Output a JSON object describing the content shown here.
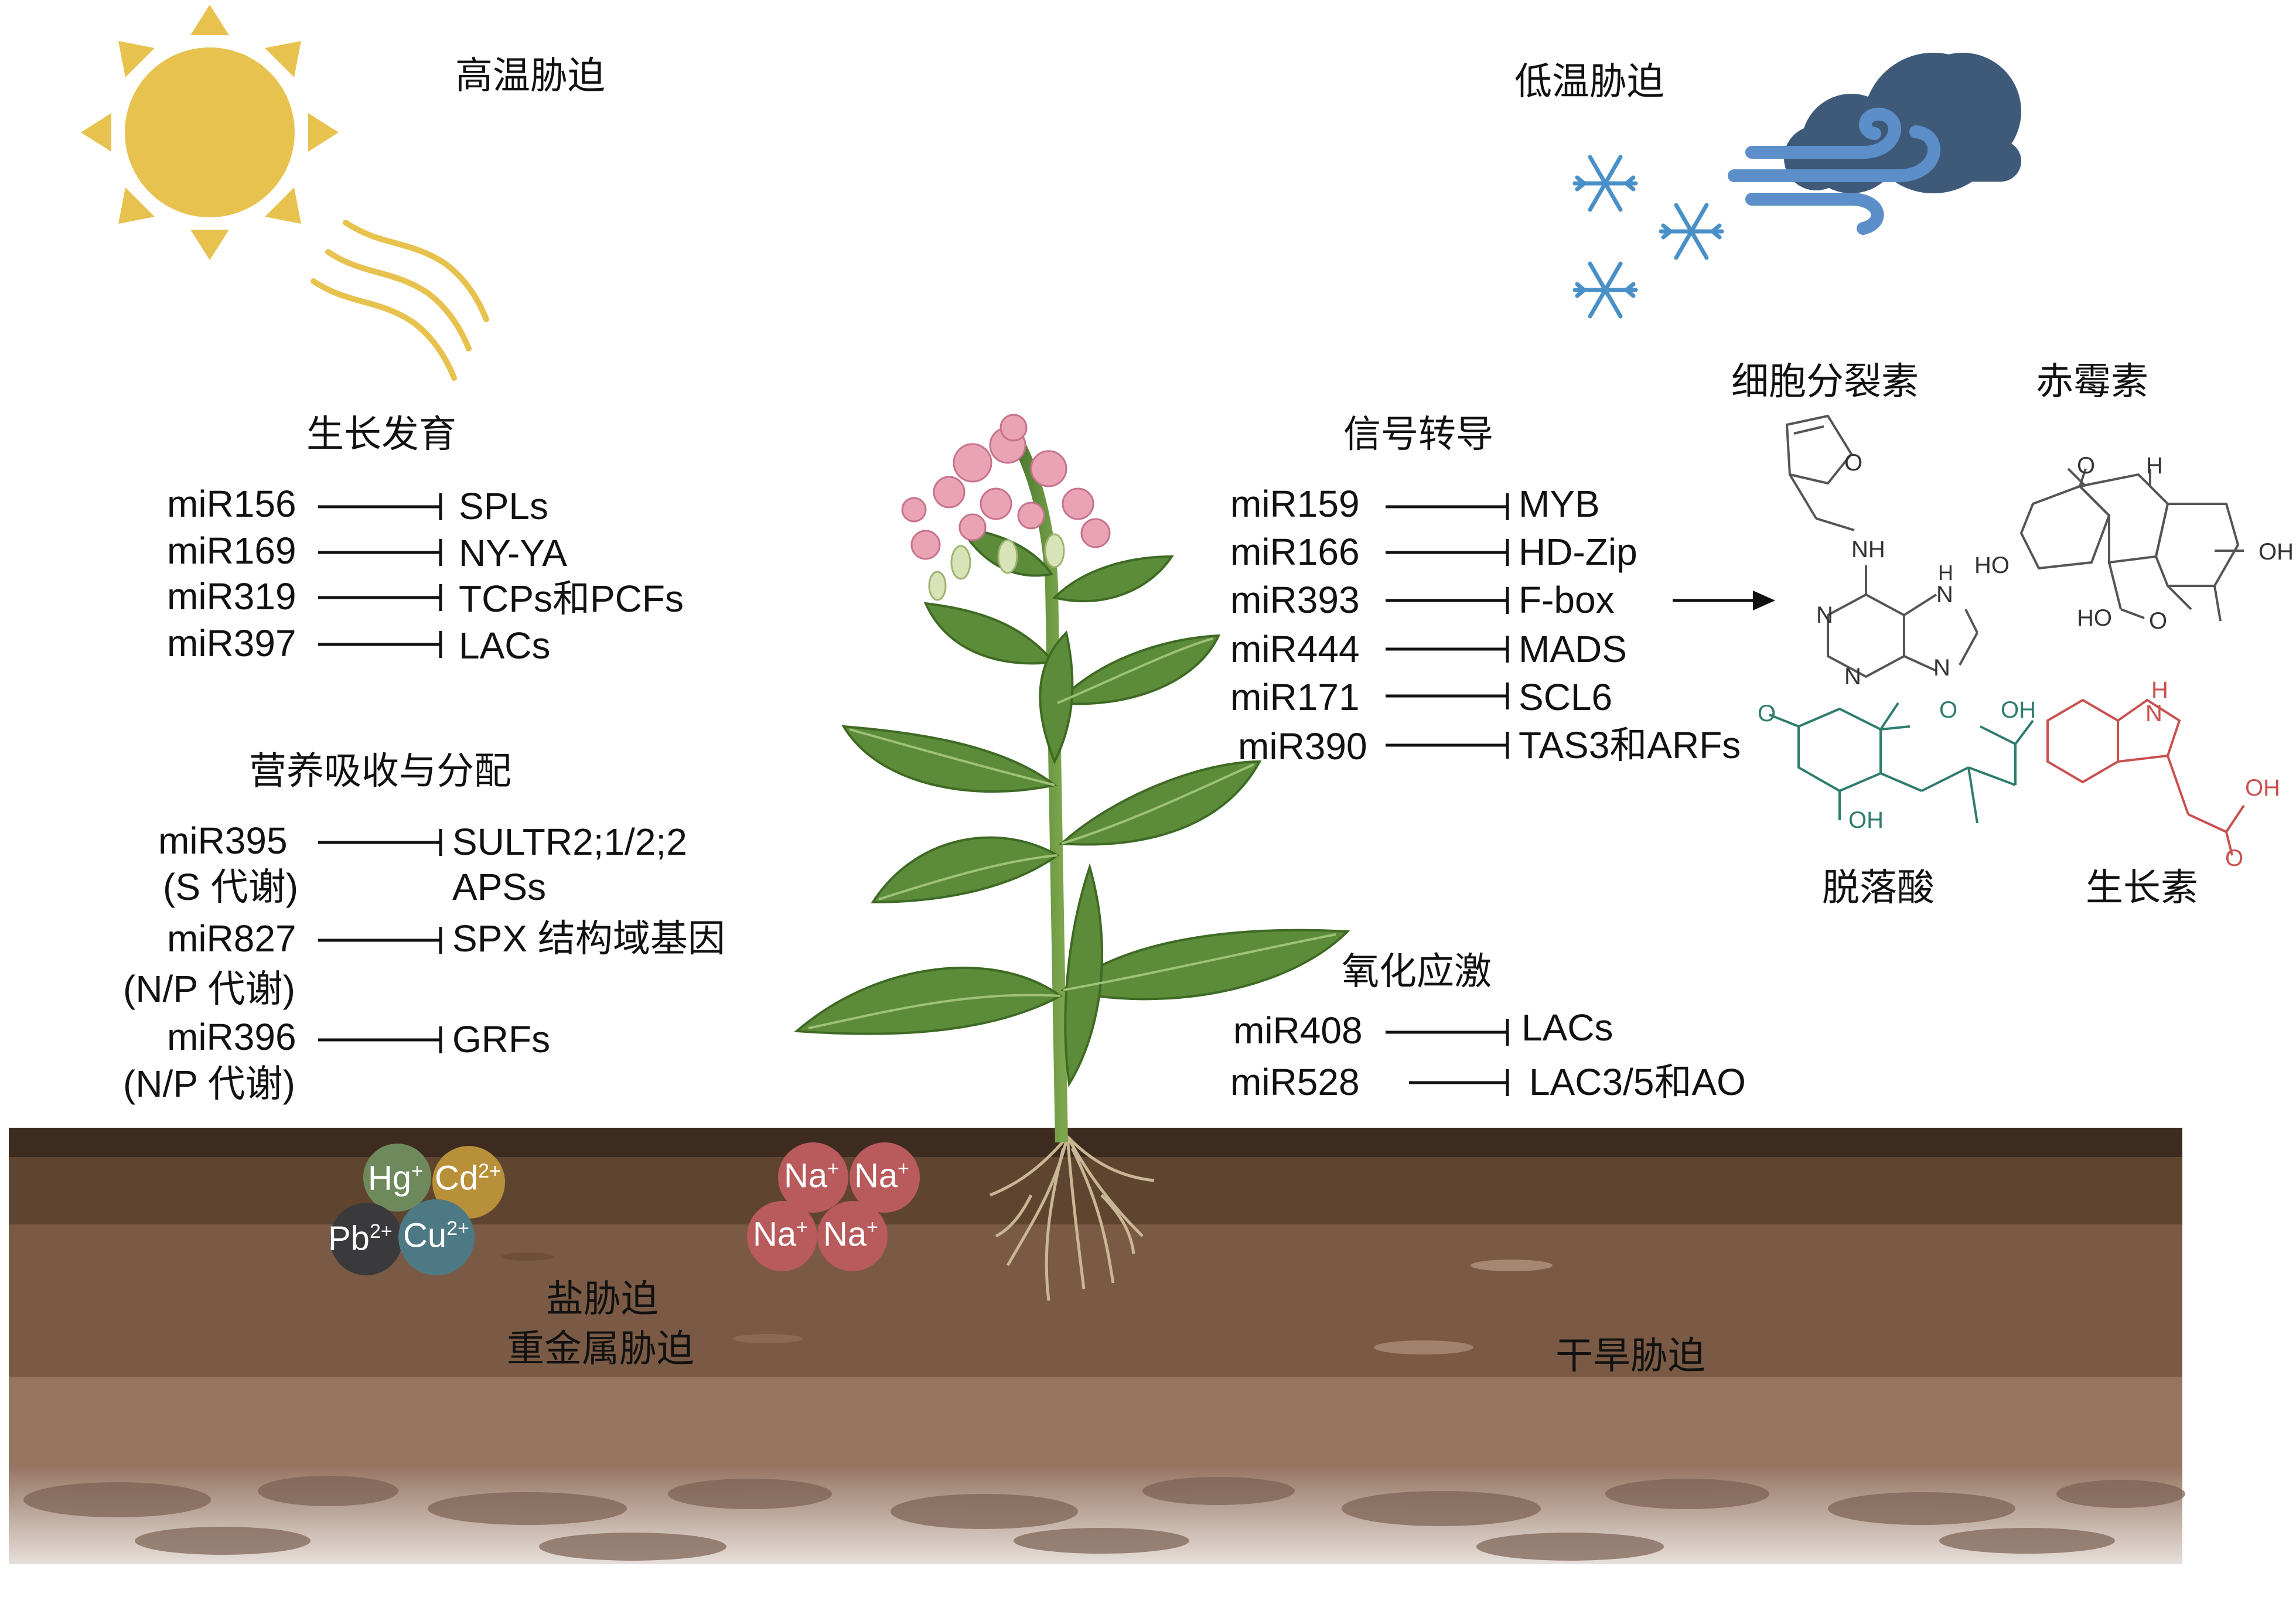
{
  "stress": {
    "heat": "高温胁迫",
    "cold": "低温胁迫",
    "salt": "盐胁迫",
    "heavy_metal": "重金属胁迫",
    "drought": "干旱胁迫"
  },
  "ions": {
    "metals": [
      "Hg",
      "+",
      "Cd",
      "2+",
      "Pb",
      "2+",
      "Cu",
      "2+"
    ],
    "sodium": [
      "Na",
      "+"
    ]
  },
  "colors": {
    "sun": "#E8C24F",
    "cloud": "#3E5A78",
    "wind": "#5C8FC9",
    "snow": "#4A90C8",
    "hg_ion": "#6E8A5C",
    "cd_ion": "#B9903A",
    "pb_ion": "#3A3A3C",
    "cu_ion": "#4D7985",
    "na_ion": "#B95A5C",
    "leaf": "#5C8C3A",
    "flower": "#E9A3B5",
    "aba": "#2E7C6E",
    "auxin": "#C9504F"
  },
  "growth": {
    "title": "生长发育",
    "rows": [
      {
        "mirna": "miR156",
        "target": "SPLs"
      },
      {
        "mirna": "miR169",
        "target": "NY-YA"
      },
      {
        "mirna": "miR319",
        "target": "TCPs和PCFs"
      },
      {
        "mirna": "miR397",
        "target": "LACs"
      }
    ]
  },
  "nutrient": {
    "title": "营养吸收与分配",
    "rows": [
      {
        "mirna": "miR395",
        "note": "(S 代谢)",
        "target": "SULTR2;1/2;2",
        "target2": "APSs"
      },
      {
        "mirna": "miR827",
        "note": "(N/P 代谢)",
        "target": "SPX 结构域基因"
      },
      {
        "mirna": "miR396",
        "note": "(N/P 代谢)",
        "target": "GRFs"
      }
    ]
  },
  "signal": {
    "title": "信号转导",
    "rows": [
      {
        "mirna": "miR159",
        "target": "MYB"
      },
      {
        "mirna": "miR166",
        "target": "HD-Zip"
      },
      {
        "mirna": "miR393",
        "target": "F-box"
      },
      {
        "mirna": "miR444",
        "target": "MADS"
      },
      {
        "mirna": "miR171",
        "target": "SCL6"
      },
      {
        "mirna": "miR390",
        "target": "TAS3和ARFs"
      }
    ]
  },
  "oxidative": {
    "title": "氧化应激",
    "rows": [
      {
        "mirna": "miR408",
        "target": "LACs"
      },
      {
        "mirna": "miR528",
        "target": "LAC3/5和AO"
      }
    ]
  },
  "hormones": {
    "cytokinin": "细胞分裂素",
    "gibberellin": "赤霉素",
    "aba": "脱落酸",
    "auxin": "生长素",
    "atoms": {
      "o": "O",
      "nh": "NH",
      "n": "N",
      "h": "H",
      "ho": "HO",
      "oh": "OH"
    }
  }
}
